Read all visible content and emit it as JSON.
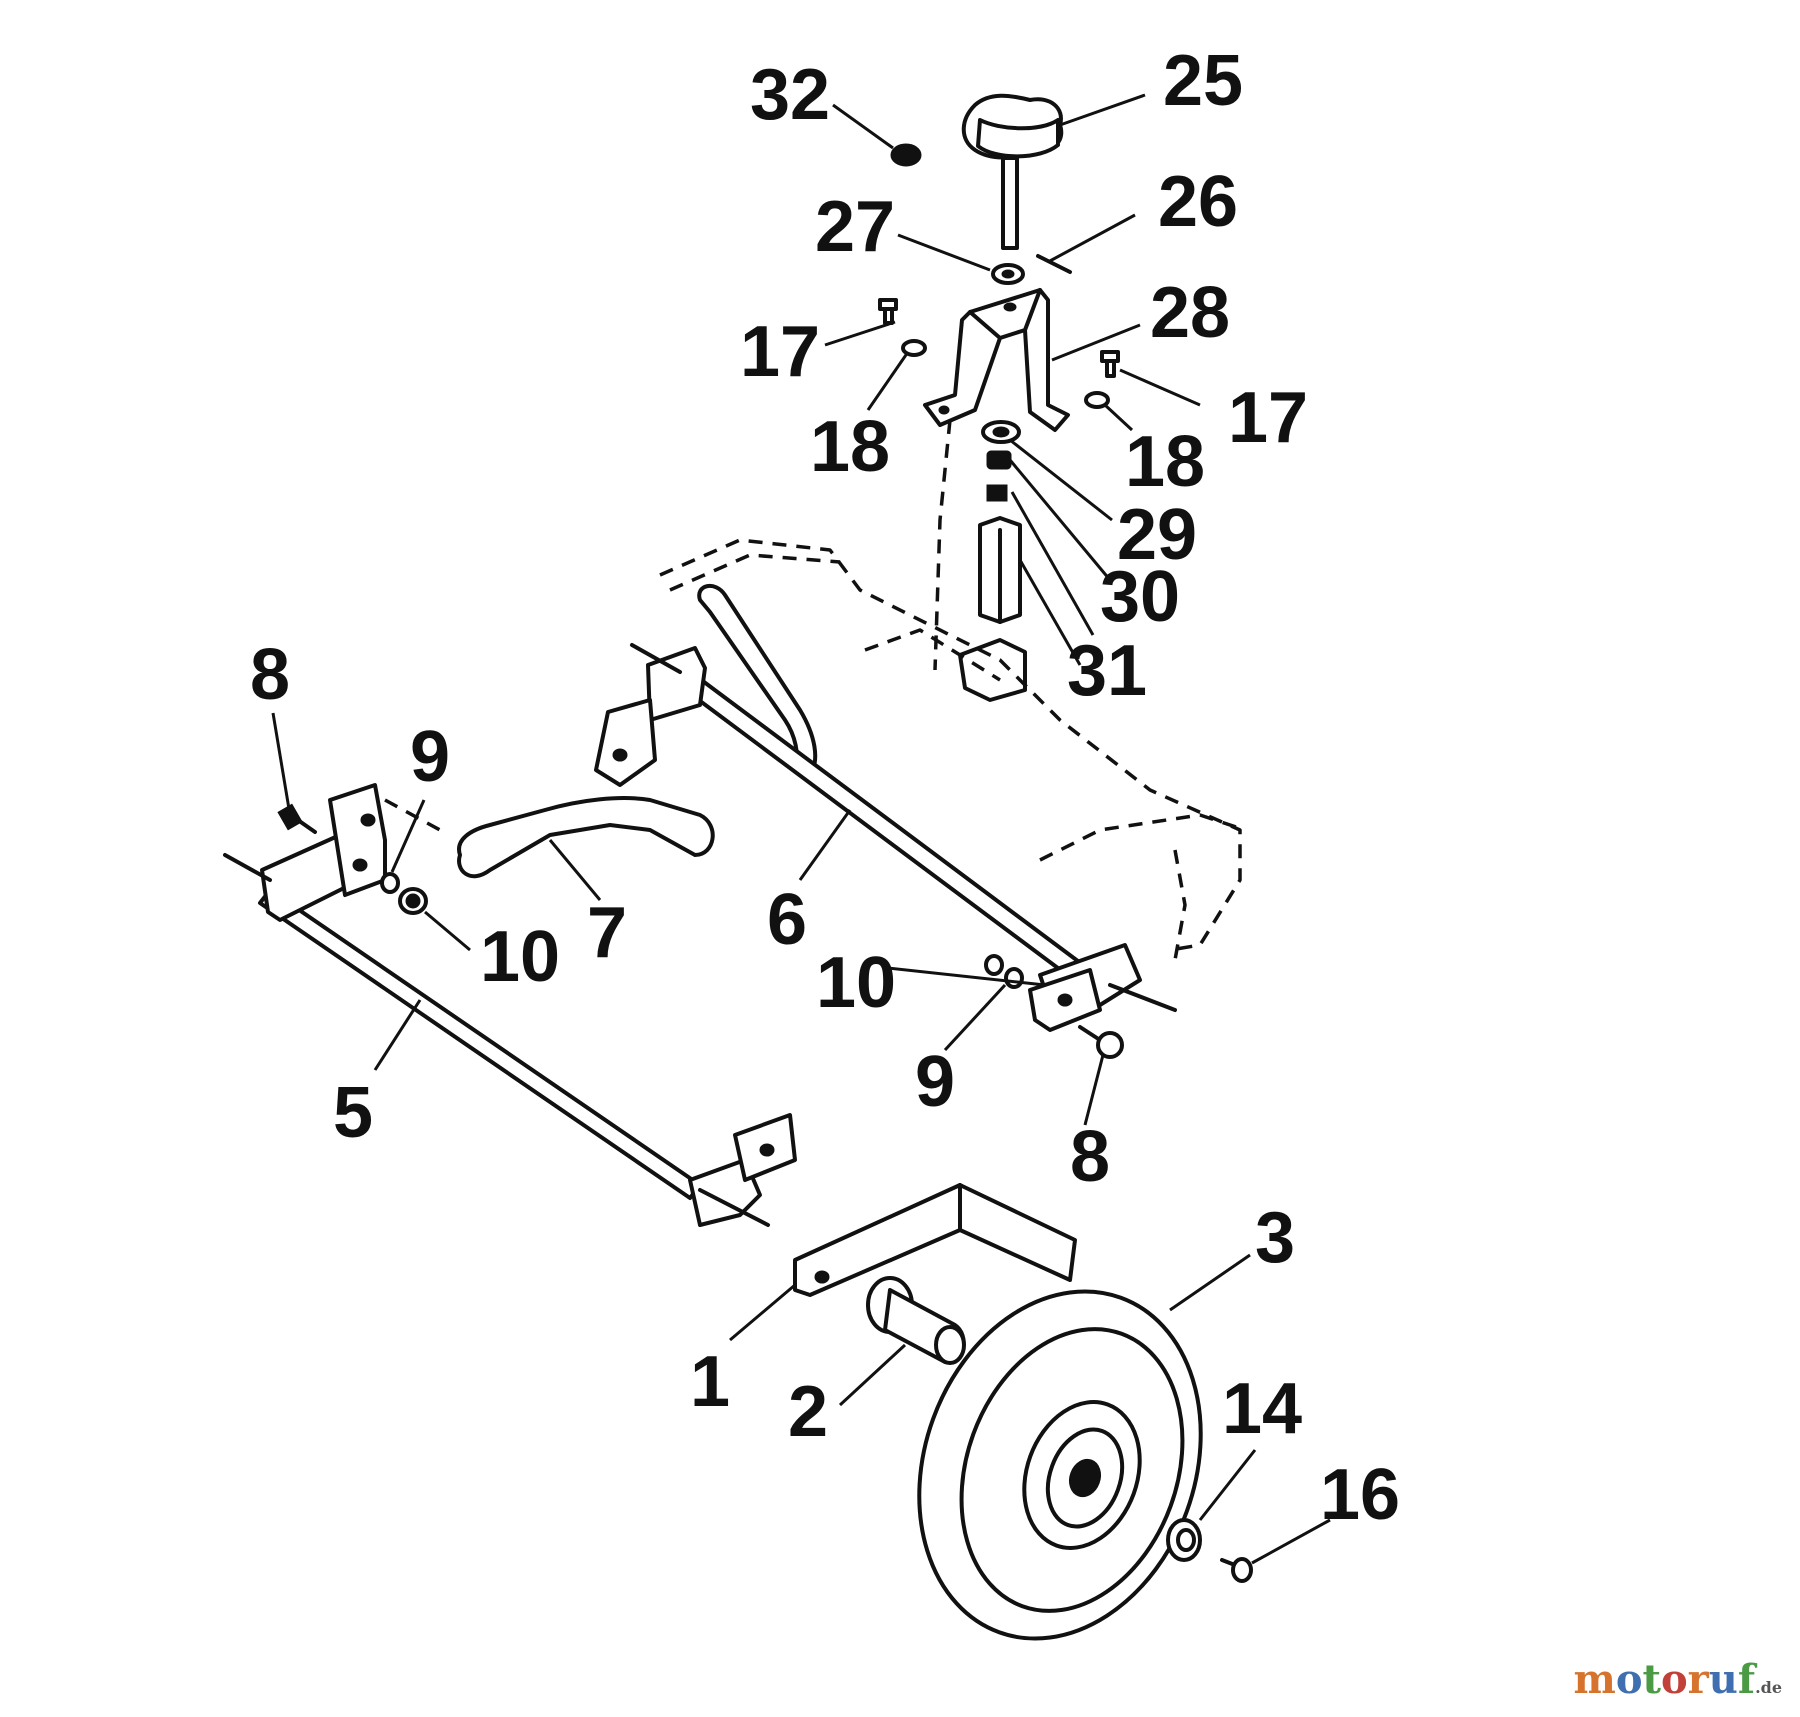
{
  "labels": {
    "l32": "32",
    "l25": "25",
    "l27": "27",
    "l26": "26",
    "l28": "28",
    "l17a": "17",
    "l18a": "18",
    "l17b": "17",
    "l18b": "18",
    "l29": "29",
    "l30": "30",
    "l31": "31",
    "l8a": "8",
    "l9a": "9",
    "l10a": "10",
    "l7": "7",
    "l6": "6",
    "l10b": "10",
    "l9b": "9",
    "l8b": "8",
    "l5": "5",
    "l3": "3",
    "l1": "1",
    "l2": "2",
    "l14": "14",
    "l16": "16"
  },
  "watermark": {
    "brand": "motoruf",
    "suffix": ".de"
  }
}
